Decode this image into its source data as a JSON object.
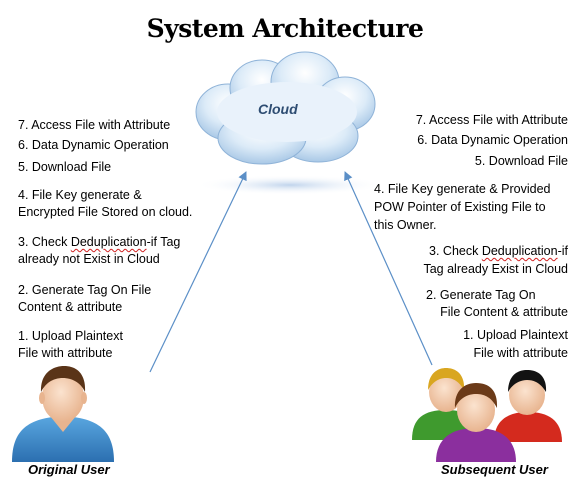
{
  "title": "System Architecture",
  "cloud": {
    "label": "Cloud"
  },
  "original_user": {
    "label": "Original User",
    "steps": [
      "7. Access File with Attribute",
      "6. Data Dynamic Operation",
      "5. Download File",
      "4. File Key generate &",
      "Encrypted File Stored on cloud.",
      "3. Check Deduplication-if Tag",
      "already not Exist in Cloud",
      "2. Generate Tag On File",
      "Content & attribute",
      "1. Upload Plaintext",
      "File with attribute"
    ]
  },
  "subsequent_user": {
    "label": "Subsequent User",
    "steps": [
      "7. Access File with Attribute",
      "6. Data Dynamic Operation",
      "5. Download File",
      "4. File Key generate & Provided",
      "POW Pointer of Existing File to",
      "this Owner.",
      "3. Check Deduplication-if",
      "Tag already Exist in Cloud",
      "2. Generate Tag On",
      "File Content & attribute",
      "1. Upload Plaintext",
      "File with attribute"
    ]
  }
}
